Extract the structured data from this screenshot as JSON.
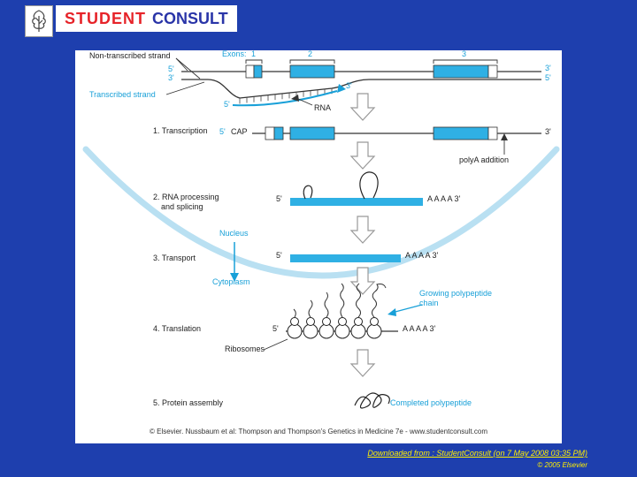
{
  "logo": {
    "student": "STUDENT",
    "consult": "CONSULT",
    "elsevier_icon": "tree-icon"
  },
  "colors": {
    "background_blue": "#1e3fae",
    "accent_cyan": "#18a0d8",
    "exon_fill": "#2fb0e4",
    "membrane_cyan": "#b9e0f2",
    "student_red": "#e62329",
    "consult_blue": "#2a35a8",
    "footer_yellow": "#ffef00"
  },
  "figure": {
    "dna": {
      "non_transcribed": "Non-transcribed strand",
      "transcribed": "Transcribed strand",
      "exons_label": "Exons:",
      "exon_numbers": [
        "1",
        "2",
        "3"
      ],
      "rna": "RNA"
    },
    "sym": {
      "p5": "5'",
      "p3": "3'",
      "aaaa3": "A A A A 3'"
    },
    "steps": [
      {
        "label": "1. Transcription"
      },
      {
        "label": "2. RNA processing",
        "label2": "and splicing"
      },
      {
        "label": "3. Transport"
      },
      {
        "label": "4. Translation"
      },
      {
        "label": "5. Protein assembly"
      }
    ],
    "annotations": {
      "cap": "CAP",
      "polya": "polyA addition",
      "nucleus": "Nucleus",
      "cytoplasm": "Cytoplasm",
      "growing_line1": "Growing polypeptide",
      "growing_line2": "chain",
      "ribosomes": "Ribosomes",
      "completed": "Completed polypeptide"
    },
    "credit": "© Elsevier. Nussbaum et al: Thompson and Thompson's Genetics in Medicine 7e - www.studentconsult.com"
  },
  "footer": {
    "downloaded": "Downloaded from : StudentConsult (on 7 May 2008 03:35 PM)",
    "copyright": "© 2005 Elsevier"
  }
}
